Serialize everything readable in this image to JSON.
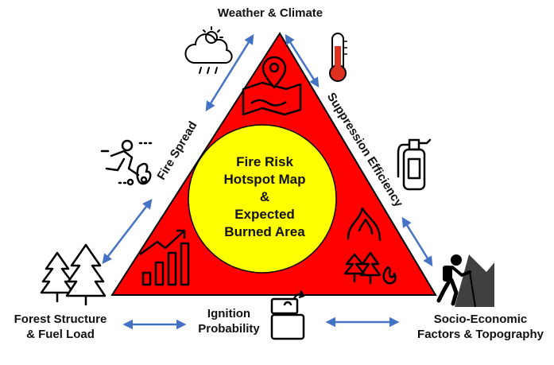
{
  "nodes": {
    "weather": "Weather & Climate",
    "forest": [
      "Forest Structure",
      "& Fuel Load"
    ],
    "ignition": [
      "Ignition",
      "Probability"
    ],
    "socio": [
      "Socio-Economic",
      "Factors & Topography"
    ]
  },
  "center": [
    "Fire Risk",
    "Hotspot Map",
    "&",
    "Expected",
    "Burned Area"
  ],
  "edges": {
    "left": "Fire Spread",
    "right": "Suppression Efficiency"
  },
  "colors": {
    "triangle_fill": "#ff0000",
    "circle_fill": "#ffff00",
    "arrow": "#4472c4",
    "thermometer": "#e03020"
  },
  "icons": [
    "cloud-sun-rain-icon",
    "thermometer-icon",
    "map-pin-icon",
    "runner-fire-icon",
    "fire-extinguisher-icon",
    "growth-chart-icon",
    "forest-fire-icon",
    "pine-trees-icon",
    "hiker-icon",
    "lighter-icon"
  ]
}
